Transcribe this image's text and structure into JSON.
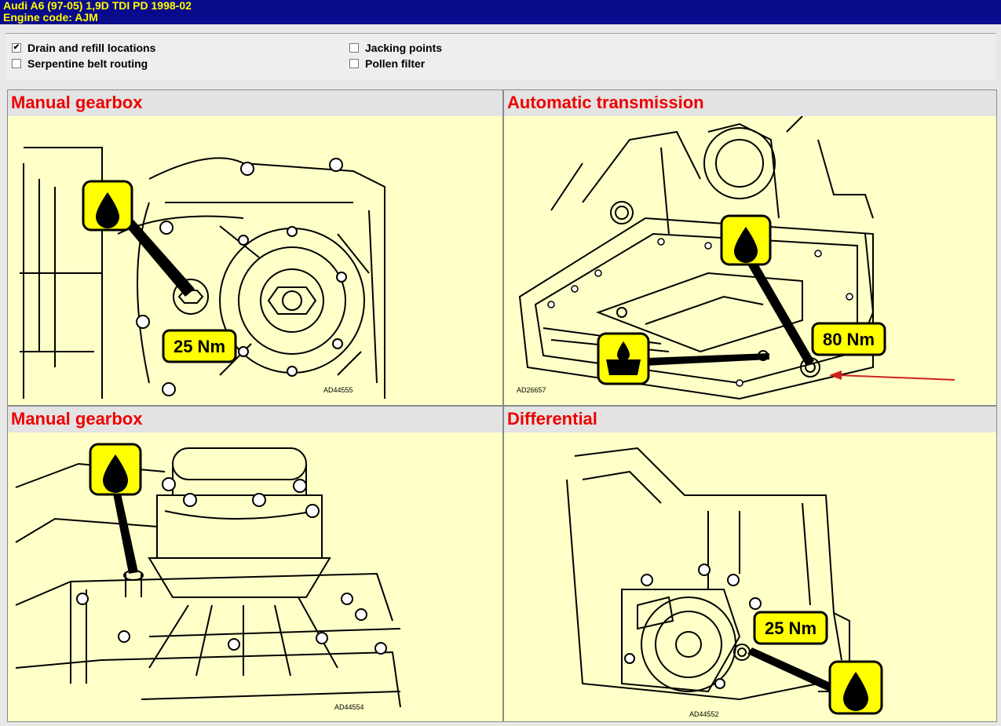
{
  "header": {
    "vehicle": "Audi   A6 (97-05) 1,9D TDI PD 1998-02",
    "engine": "Engine code: AJM"
  },
  "options": [
    {
      "label": "Drain and refill locations",
      "checked": true
    },
    {
      "label": "Serpentine belt routing",
      "checked": false
    },
    {
      "label": "Jacking points",
      "checked": false
    },
    {
      "label": "Pollen filter",
      "checked": false
    }
  ],
  "panels": [
    {
      "title": "Manual gearbox",
      "torque": "25 Nm",
      "ref": "AD44555"
    },
    {
      "title": "Automatic transmission",
      "torque": "80 Nm",
      "ref": "AD26657"
    },
    {
      "title": "Manual gearbox",
      "ref": "AD44554"
    },
    {
      "title": "Differential",
      "torque": "25 Nm",
      "ref": "AD44552"
    }
  ],
  "icons": {
    "oil_drop": "oil-drop-icon",
    "oil_level": "oil-level-icon",
    "arrow_color": "#cc2222"
  },
  "colors": {
    "title_bar": "#0a0a8c",
    "title_text": "#ffff00",
    "panel_bg": "#ffffc8",
    "panel_title": "#ee0000",
    "badge": "#ffff00"
  }
}
